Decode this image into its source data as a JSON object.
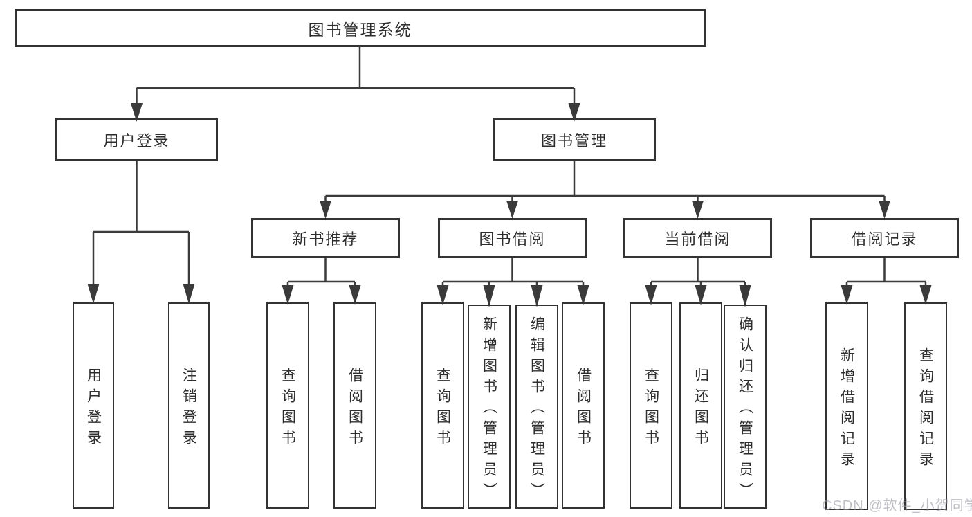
{
  "diagram": {
    "root": {
      "label": "图书管理系统"
    },
    "level2": [
      {
        "label": "用户登录"
      },
      {
        "label": "图书管理"
      }
    ],
    "level3": [
      {
        "label": "新书推荐"
      },
      {
        "label": "图书借阅"
      },
      {
        "label": "当前借阅"
      },
      {
        "label": "借阅记录"
      }
    ],
    "leaves": {
      "login": [
        {
          "label": "用户登录"
        },
        {
          "label": "注销登录"
        }
      ],
      "recommend": [
        {
          "label": "查询图书"
        },
        {
          "label": "借阅图书"
        }
      ],
      "borrow": [
        {
          "label": "查询图书"
        },
        {
          "label": "新增图书（管理员）"
        },
        {
          "label": "编辑图书（管理员）"
        },
        {
          "label": "借阅图书"
        }
      ],
      "current": [
        {
          "label": "查询图书"
        },
        {
          "label": "归还图书"
        },
        {
          "label": "确认归还（管理员）"
        }
      ],
      "records": [
        {
          "label": "新增借阅记录"
        },
        {
          "label": "查询借阅记录"
        }
      ]
    }
  },
  "watermark": {
    "text": "CSDN @软件_小贺同学"
  },
  "colors": {
    "line": "#3a3a3a",
    "border": "#333333",
    "text": "#2e2e2e",
    "background": "#ffffff",
    "watermark": "#9698a2"
  }
}
